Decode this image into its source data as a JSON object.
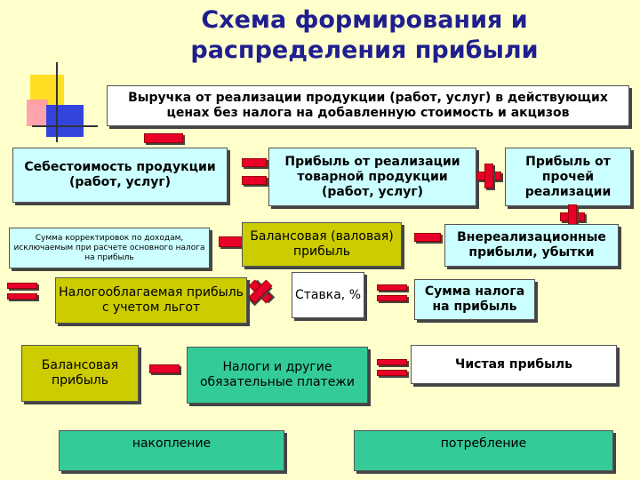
{
  "title": "Схема формирования и распределения прибыли",
  "boxes": {
    "revenue": "Выручка от реализации продукции (работ, услуг) в действующих ценах без налога на добавленную стоимость и акцизов",
    "cost": "Себестоимость продукции (работ, услуг)",
    "sales_profit": "Прибыль от реализации товарной продукции (работ, услуг)",
    "other_profit": "Прибыль от прочей реализации",
    "adjustments": "Сумма корректировок по доходам, исключаемым при расчете основного налога на прибыль",
    "gross_profit": "Балансовая (валовая) прибыль",
    "nonoperating": "Внереализационные прибыли, убытки",
    "taxable_profit": "Налогооблагаемая прибыль с учетом льгот",
    "rate": "Ставка, %",
    "tax_amount": "Сумма налога на прибыль",
    "balance_profit": "Балансовая прибыль",
    "taxes": "Налоги и другие обязательные платежи",
    "net_profit": "Чистая прибыль",
    "accumulation": "накопление",
    "consumption": "потребление"
  },
  "colors": {
    "background": "#ffffcc",
    "title": "#1f1f8f",
    "operator": "#e8002a",
    "cyan_box": "#ccffff",
    "olive_box": "#cccc00",
    "green_box": "#33cc99"
  }
}
